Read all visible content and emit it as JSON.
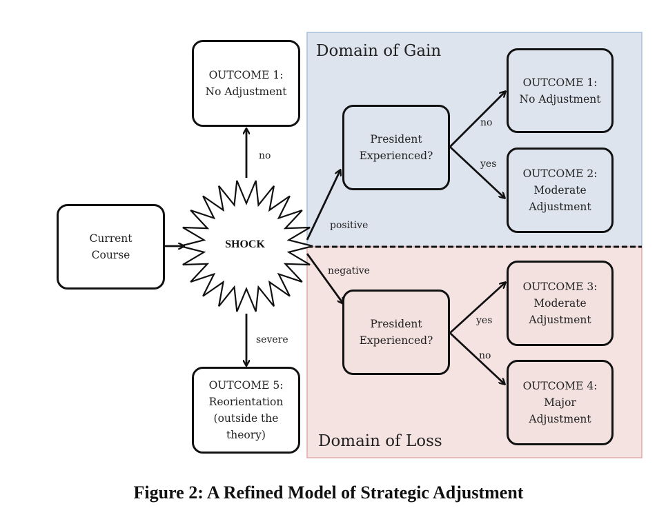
{
  "domains": {
    "gain": {
      "title": "Domain of Gain",
      "fill": "#dde4ee",
      "border": "#a9bfdc"
    },
    "loss": {
      "title": "Domain of Loss",
      "fill": "#f5e3e2",
      "border": "#e0a9a9"
    }
  },
  "nodes": {
    "current_course": "Current\nCourse",
    "shock": "SHOCK",
    "outcome1_top": "OUTCOME 1:\nNo Adjustment",
    "outcome5": "OUTCOME 5:\nReorientation\n(outside the\ntheory)",
    "president_gain": "President\nExperienced?",
    "president_loss": "President\nExperienced?",
    "gain_outcome1": "OUTCOME 1:\nNo Adjustment",
    "gain_outcome2": "OUTCOME 2:\nModerate\nAdjustment",
    "loss_outcome3": "OUTCOME 3:\nModerate\nAdjustment",
    "loss_outcome4": "OUTCOME 4:\nMajor\nAdjustment"
  },
  "edge_labels": {
    "shock_no": "no",
    "shock_severe": "severe",
    "positive": "positive",
    "negative": "negative",
    "gain_no": "no",
    "gain_yes": "yes",
    "loss_yes": "yes",
    "loss_no": "no"
  },
  "caption": "Figure 2: A Refined Model of Strategic Adjustment"
}
